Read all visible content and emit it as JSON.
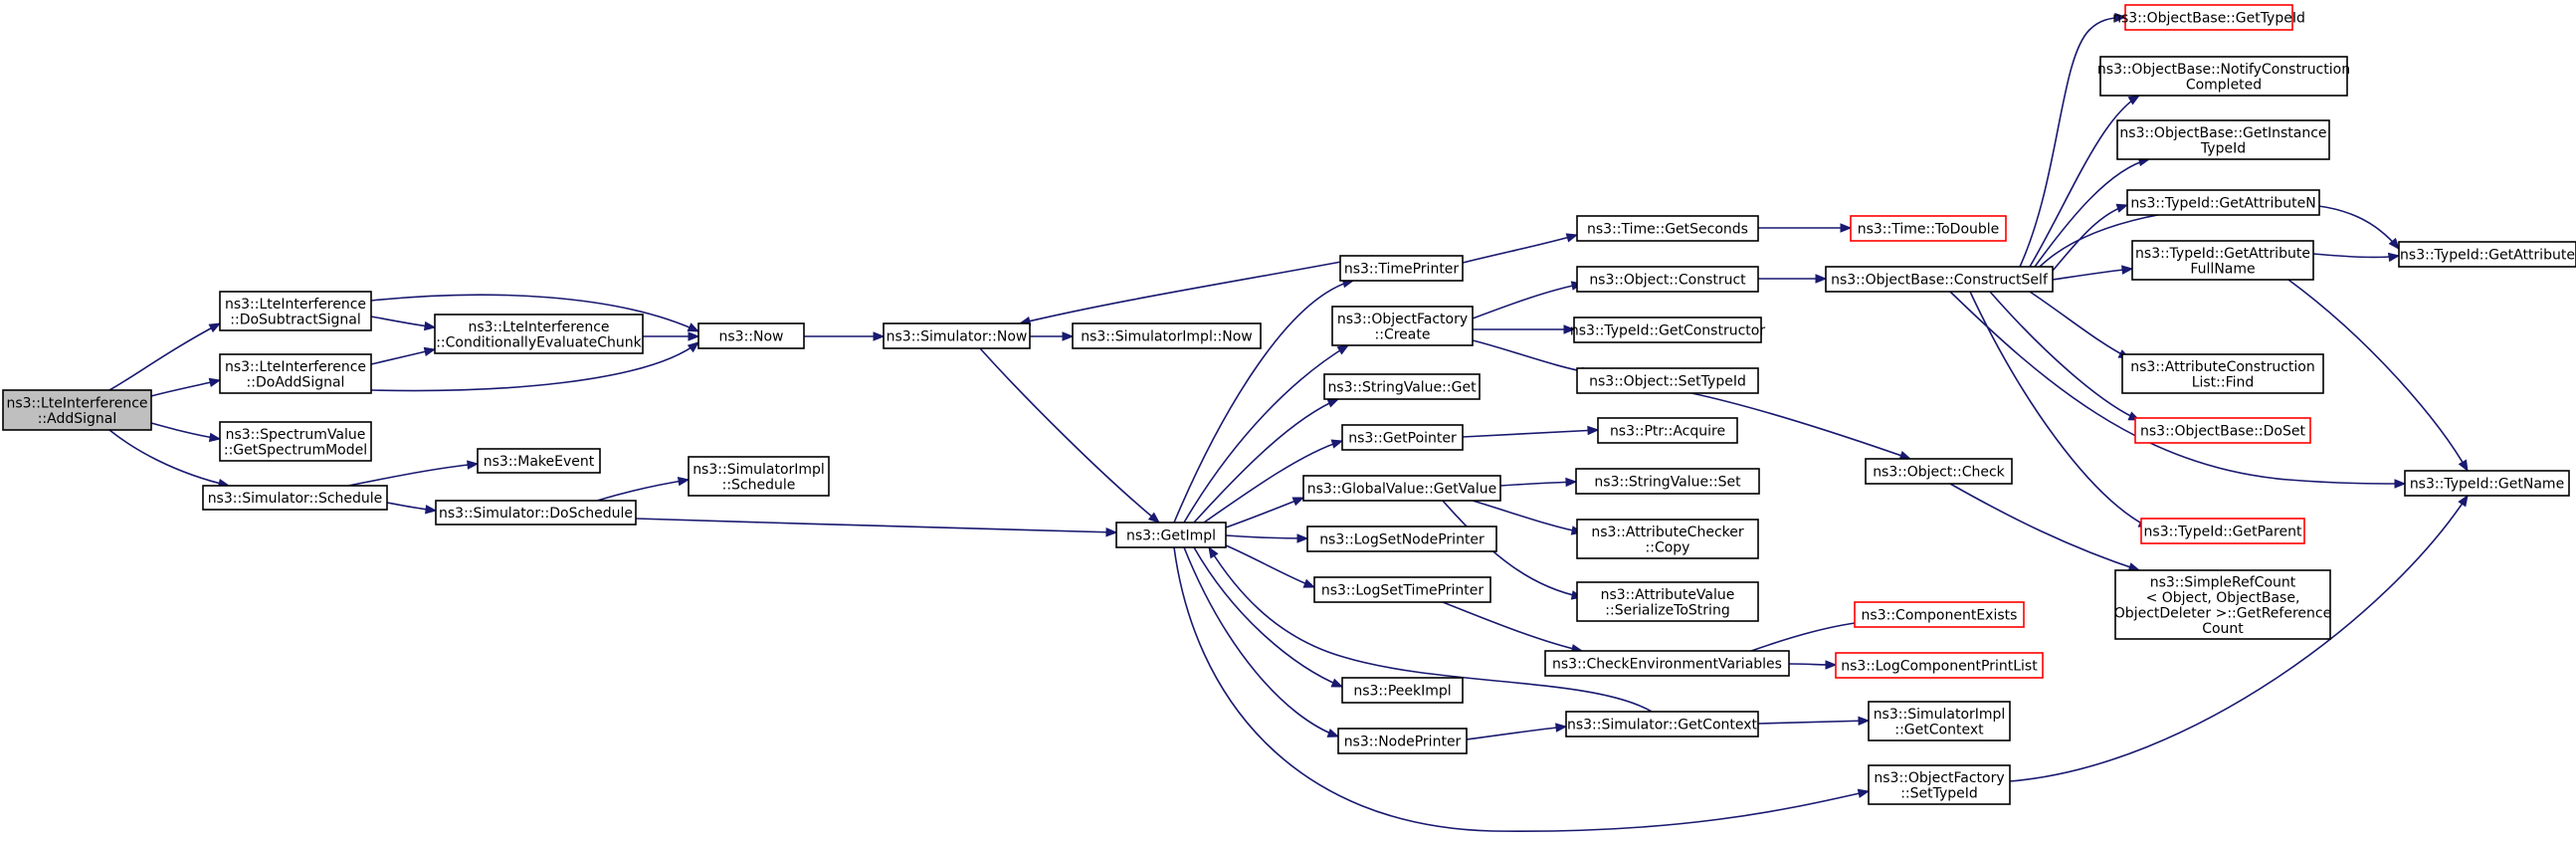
{
  "colors": {
    "edge": "#191970",
    "root_fill": "#bfbfbf",
    "node_border": "#000000",
    "truncated_border": "#ff0000",
    "background": "#ffffff"
  },
  "nodes": [
    {
      "id": "addsignal",
      "lines": [
        "ns3::LteInterference",
        "::AddSignal"
      ],
      "root": true
    },
    {
      "id": "dosubtract",
      "lines": [
        "ns3::LteInterference",
        "::DoSubtractSignal"
      ]
    },
    {
      "id": "doaddsignal",
      "lines": [
        "ns3::LteInterference",
        "::DoAddSignal"
      ]
    },
    {
      "id": "spectrummodel",
      "lines": [
        "ns3::SpectrumValue",
        "::GetSpectrumModel"
      ]
    },
    {
      "id": "schedule",
      "lines": [
        "ns3::Simulator::Schedule"
      ]
    },
    {
      "id": "condeval",
      "lines": [
        "ns3::LteInterference",
        "::ConditionallyEvaluateChunk"
      ]
    },
    {
      "id": "makeevent",
      "lines": [
        "ns3::MakeEvent"
      ]
    },
    {
      "id": "doschedule",
      "lines": [
        "ns3::Simulator::DoSchedule"
      ]
    },
    {
      "id": "now",
      "lines": [
        "ns3::Now"
      ]
    },
    {
      "id": "simimplschedule",
      "lines": [
        "ns3::SimulatorImpl",
        "::Schedule"
      ]
    },
    {
      "id": "simnow",
      "lines": [
        "ns3::Simulator::Now"
      ]
    },
    {
      "id": "simimplnow",
      "lines": [
        "ns3::SimulatorImpl::Now"
      ]
    },
    {
      "id": "getimpl",
      "lines": [
        "ns3::GetImpl"
      ]
    },
    {
      "id": "timeprinter",
      "lines": [
        "ns3::TimePrinter"
      ]
    },
    {
      "id": "objfactorycreate",
      "lines": [
        "ns3::ObjectFactory",
        "::Create"
      ]
    },
    {
      "id": "stringvalueget",
      "lines": [
        "ns3::StringValue::Get"
      ]
    },
    {
      "id": "getpointer",
      "lines": [
        "ns3::GetPointer"
      ]
    },
    {
      "id": "globalgetvalue",
      "lines": [
        "ns3::GlobalValue::GetValue"
      ]
    },
    {
      "id": "logsetnode",
      "lines": [
        "ns3::LogSetNodePrinter"
      ]
    },
    {
      "id": "logsettime",
      "lines": [
        "ns3::LogSetTimePrinter"
      ]
    },
    {
      "id": "peekimpl",
      "lines": [
        "ns3::PeekImpl"
      ]
    },
    {
      "id": "nodeprinter",
      "lines": [
        "ns3::NodePrinter"
      ]
    },
    {
      "id": "getseconds",
      "lines": [
        "ns3::Time::GetSeconds"
      ]
    },
    {
      "id": "todouble",
      "lines": [
        "ns3::Time::ToDouble"
      ],
      "truncated": true
    },
    {
      "id": "objconstruct",
      "lines": [
        "ns3::Object::Construct"
      ]
    },
    {
      "id": "getconstructor",
      "lines": [
        "ns3::TypeId::GetConstructor"
      ]
    },
    {
      "id": "settypeid",
      "lines": [
        "ns3::Object::SetTypeId"
      ]
    },
    {
      "id": "ptracquire",
      "lines": [
        "ns3::Ptr::Acquire"
      ]
    },
    {
      "id": "stringvalueset",
      "lines": [
        "ns3::StringValue::Set"
      ]
    },
    {
      "id": "attrcheckercopy",
      "lines": [
        "ns3::AttributeChecker",
        "::Copy"
      ]
    },
    {
      "id": "attrvalueserialize",
      "lines": [
        "ns3::AttributeValue",
        "::SerializeToString"
      ]
    },
    {
      "id": "checkenv",
      "lines": [
        "ns3::CheckEnvironmentVariables"
      ]
    },
    {
      "id": "simgetcontext",
      "lines": [
        "ns3::Simulator::GetContext"
      ]
    },
    {
      "id": "constructself",
      "lines": [
        "ns3::ObjectBase::ConstructSelf"
      ]
    },
    {
      "id": "objcheck",
      "lines": [
        "ns3::Object::Check"
      ]
    },
    {
      "id": "componentexists",
      "lines": [
        "ns3::ComponentExists"
      ],
      "truncated": true
    },
    {
      "id": "logcomponentprint",
      "lines": [
        "ns3::LogComponentPrintList"
      ],
      "truncated": true
    },
    {
      "id": "simimplgetcontext",
      "lines": [
        "ns3::SimulatorImpl",
        "::GetContext"
      ]
    },
    {
      "id": "objfactorysettypeid",
      "lines": [
        "ns3::ObjectFactory",
        "::SetTypeId"
      ]
    },
    {
      "id": "obgettypeid",
      "lines": [
        "ns3::ObjectBase::GetTypeId"
      ],
      "truncated": true
    },
    {
      "id": "notifyconstruction",
      "lines": [
        "ns3::ObjectBase::NotifyConstruction",
        "Completed"
      ]
    },
    {
      "id": "getinstancetypeid",
      "lines": [
        "ns3::ObjectBase::GetInstance",
        "TypeId"
      ]
    },
    {
      "id": "getattributen",
      "lines": [
        "ns3::TypeId::GetAttributeN"
      ]
    },
    {
      "id": "getattributefullname",
      "lines": [
        "ns3::TypeId::GetAttribute",
        "FullName"
      ]
    },
    {
      "id": "attrconstructionfind",
      "lines": [
        "ns3::AttributeConstruction",
        "List::Find"
      ]
    },
    {
      "id": "dosetn",
      "lines": [
        "ns3::ObjectBase::DoSet"
      ],
      "truncated": true
    },
    {
      "id": "getparent",
      "lines": [
        "ns3::TypeId::GetParent"
      ],
      "truncated": true
    },
    {
      "id": "simplerefcount",
      "lines": [
        "ns3::SimpleRefCount",
        "< Object, ObjectBase,",
        "ObjectDeleter >::GetReference",
        "Count"
      ]
    },
    {
      "id": "getattribute",
      "lines": [
        "ns3::TypeId::GetAttribute"
      ]
    },
    {
      "id": "getname",
      "lines": [
        "ns3::TypeId::GetName"
      ]
    }
  ]
}
